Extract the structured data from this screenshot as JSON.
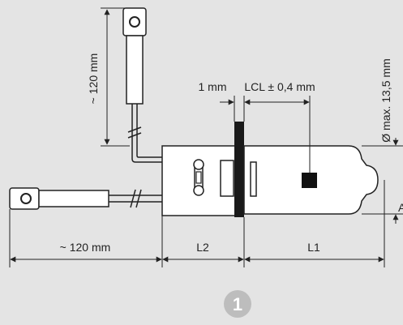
{
  "labels": {
    "top_cable_length": "~ 120 mm",
    "left_cable_length": "~ 120 mm",
    "flange_thickness": "1 mm",
    "lcl_tolerance": "LCL ± 0,4 mm",
    "max_diameter": "Ø max. 13,5 mm",
    "dim_l2": "L2",
    "dim_l1": "L1",
    "cut_letter": "A"
  },
  "badge": {
    "number": "1",
    "fill_color": "#bdbdbd"
  },
  "colors": {
    "background": "#e4e4e4",
    "line": "#222222",
    "component_fill": "#ffffff",
    "flange": "#1a1a1a"
  }
}
